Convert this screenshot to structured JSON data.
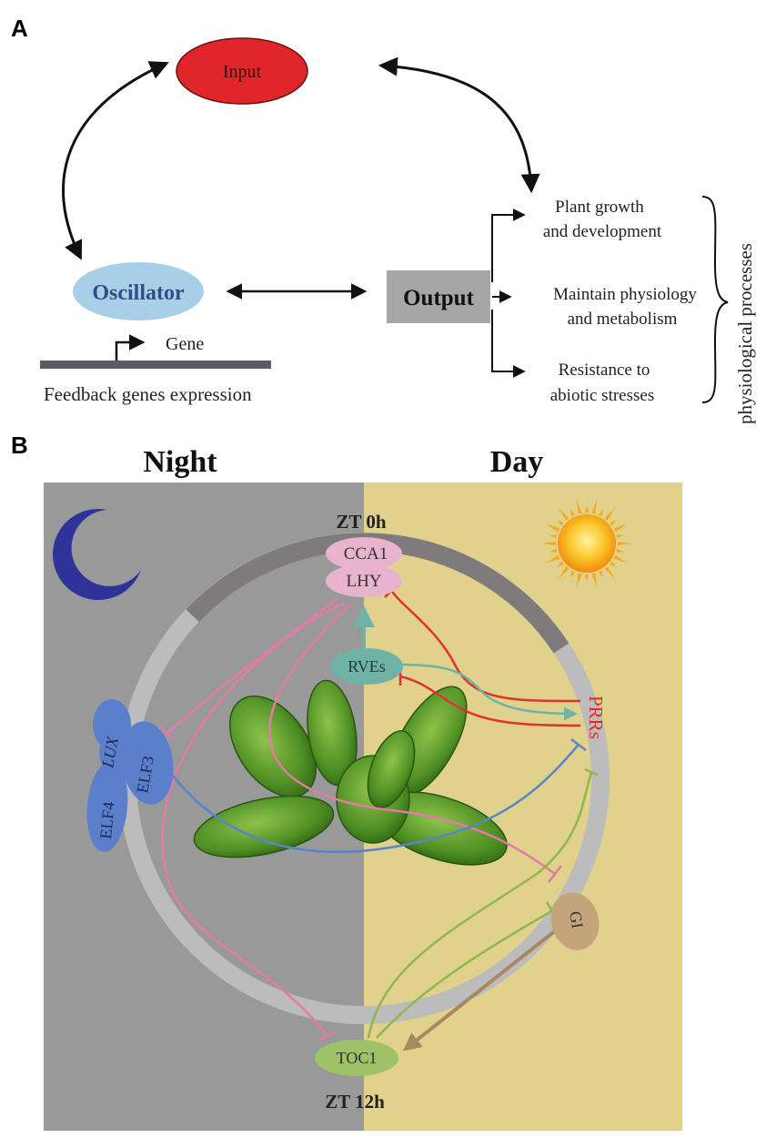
{
  "panel_a": {
    "label": "A",
    "input": "Input",
    "oscillator": "Oscillator",
    "output": "Output",
    "gene": "Gene",
    "feedback": "Feedback genes expression",
    "outputs": [
      {
        "line1": "Plant growth",
        "line2": "and development"
      },
      {
        "line1": "Maintain physiology",
        "line2": "and metabolism"
      },
      {
        "line1": "Resistance to",
        "line2": "abiotic stresses"
      }
    ],
    "brace_label": "physiological processes",
    "colors": {
      "input": "#e0262b",
      "oscillator": "#a7d0e8",
      "output_box": "#a6a6a6",
      "oscillator_text": "#2d4f86"
    }
  },
  "panel_b": {
    "label": "B",
    "night": "Night",
    "day": "Day",
    "zt0": "ZT 0h",
    "zt12": "ZT 12h",
    "cca1": "CCA1",
    "lhy": "LHY",
    "rves": "RVEs",
    "prrs": "PRRs",
    "gi": "GI",
    "toc1": "TOC1",
    "ec": {
      "lux": "LUX",
      "elf3": "ELF3",
      "elf4": "ELF4"
    },
    "colors": {
      "night_bg": "#999999",
      "day_bg": "#e0d18c",
      "cca1_lhy": "#e8b3cc",
      "rves": "#6fb3a6",
      "gi": "#c4a47b",
      "toc1": "#9fc168",
      "ec": "#5b7fcb",
      "prrs_text": "#e02a2a",
      "moon": "#2f3399",
      "sun": "#f7a91a"
    }
  }
}
